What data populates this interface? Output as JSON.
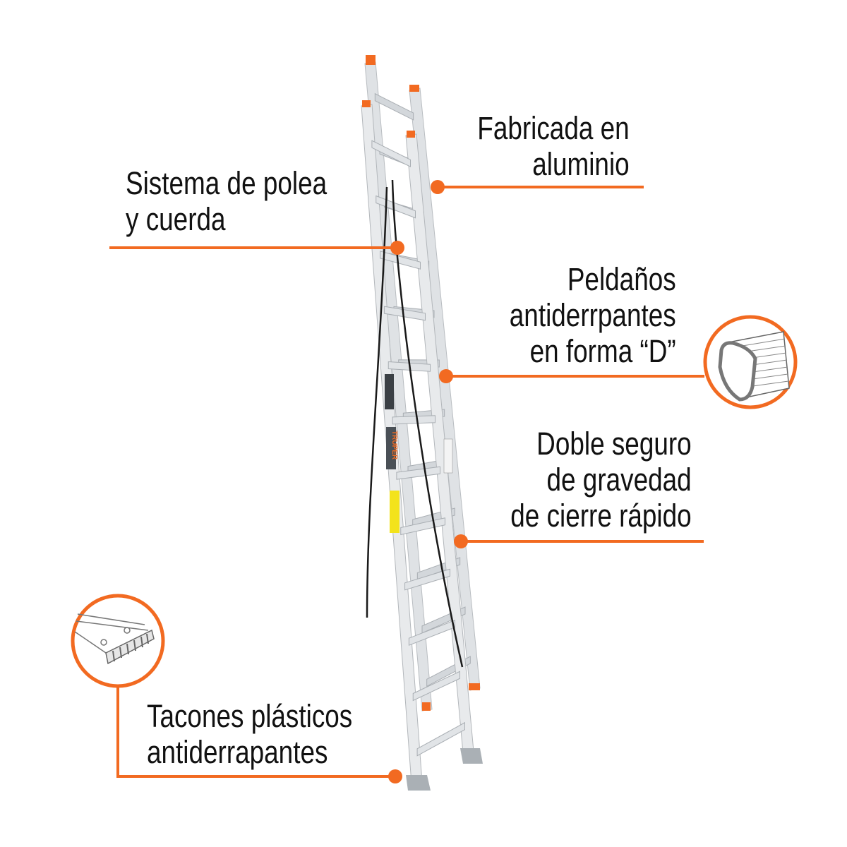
{
  "colors": {
    "accent": "#f26a21",
    "text": "#111111",
    "aluminum": "#d9dcdf"
  },
  "brand": "TRUPER",
  "callouts": [
    {
      "id": "material",
      "lines": [
        "Fabricada en",
        "aluminio"
      ]
    },
    {
      "id": "pulley",
      "lines": [
        "Sistema de polea",
        "y cuerda"
      ]
    },
    {
      "id": "rungs",
      "lines": [
        "Peldaños",
        "antiderrpantes",
        "en forma “D”"
      ],
      "icon": "d-rung-icon"
    },
    {
      "id": "lock",
      "lines": [
        "Doble seguro",
        "de gravedad",
        "de cierre rápido"
      ]
    },
    {
      "id": "feet",
      "lines": [
        "Tacones plásticos",
        "antiderrapantes"
      ],
      "icon": "plastic-foot-icon"
    }
  ]
}
